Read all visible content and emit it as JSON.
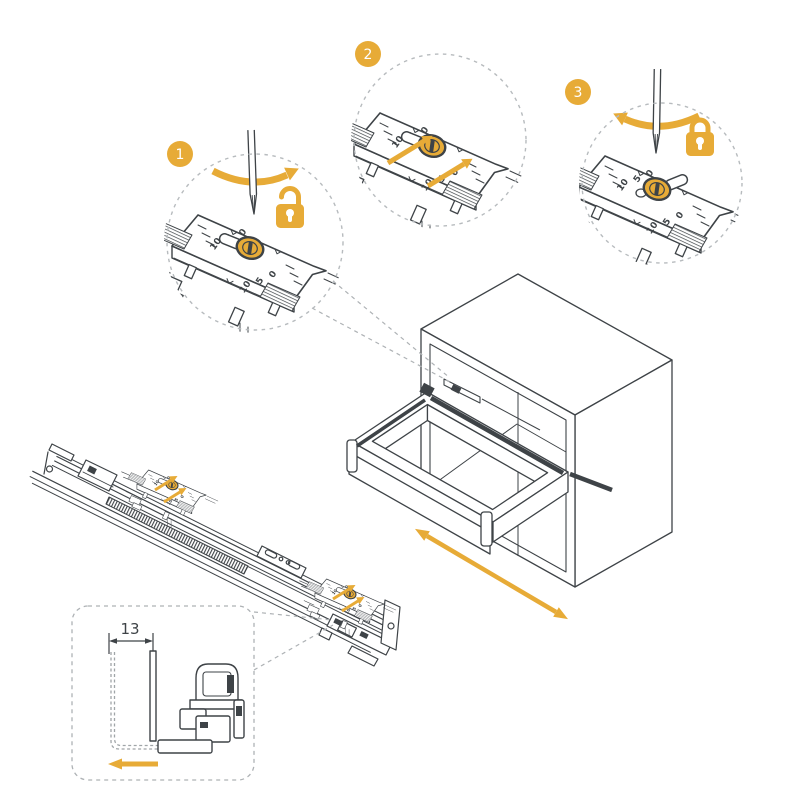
{
  "figure": {
    "kind": "drawer-slide-adjustment-instructions",
    "steps": [
      {
        "badge": "1",
        "action": "unlock-cam",
        "icons": [
          "screwdriver-icon",
          "rotate-clockwise-arrow-icon",
          "padlock-open-icon"
        ]
      },
      {
        "badge": "2",
        "action": "slide-adjust",
        "icons": [
          "adjust-arrow-icon",
          "adjust-arrow-icon"
        ]
      },
      {
        "badge": "3",
        "action": "lock-cam",
        "icons": [
          "screwdriver-icon",
          "rotate-counterclockwise-arrow-icon",
          "padlock-closed-icon"
        ]
      }
    ],
    "scale_ticks": [
      "0",
      "5",
      "10"
    ],
    "detail_inset": {
      "dimension_mm": "13",
      "icon": "direction-arrow-left-icon"
    },
    "colors": {
      "accent": "#E7AB37",
      "line": "#3E4347",
      "dashed": "#AEB2B5"
    }
  }
}
